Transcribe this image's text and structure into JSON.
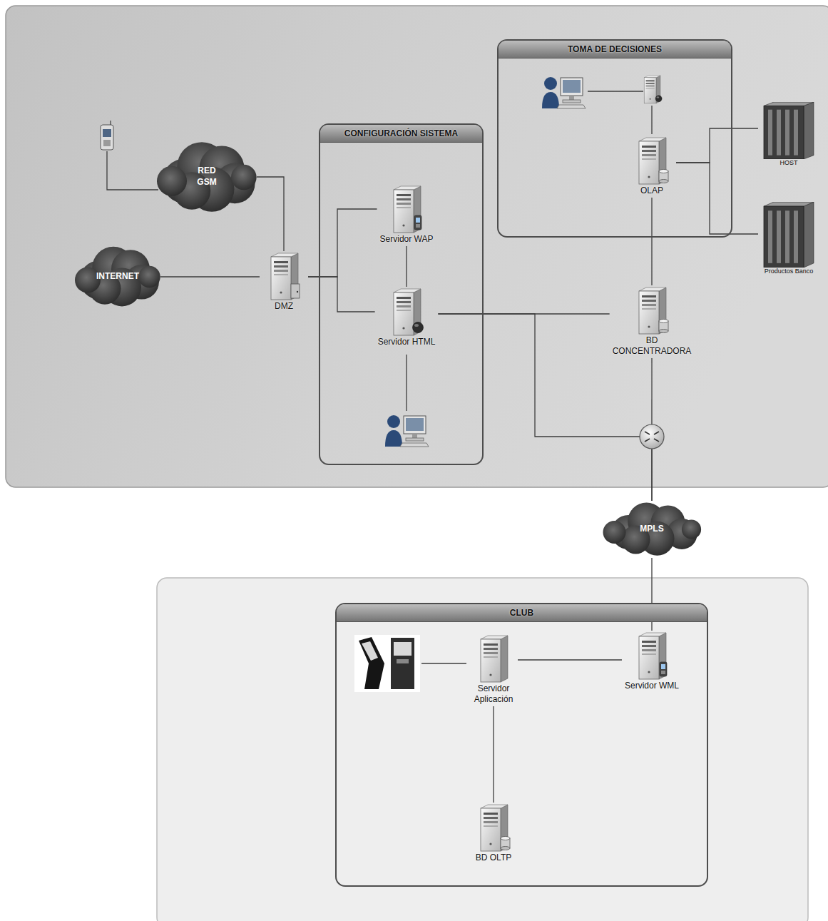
{
  "diagram": {
    "nodes": [
      {
        "text": [
          "TOMA DE DECISIONES"
        ]
      },
      {
        "text": [
          "RED GSM"
        ]
      },
      {
        "text": [
          "CONFIGURACIÓN SISTEMA"
        ]
      },
      {
        "text": [
          "HOST"
        ]
      },
      {
        "text": [
          "Servidor WAP"
        ],
        "in": 2
      },
      {
        "text": [
          "OLAP"
        ],
        "in": 0
      },
      {
        "text": [
          "INTERNET"
        ]
      },
      {
        "text": [
          "DMZ"
        ]
      },
      {
        "text": [
          "Productos Banco"
        ]
      },
      {
        "text": [
          "Servidor HTML"
        ],
        "in": 2
      },
      {
        "text": [
          "BD CONCENTRADORA"
        ]
      },
      {
        "text": [
          "MPLS"
        ]
      },
      {
        "text": [
          "CLUB"
        ]
      },
      {
        "text": [
          "Servidor Aplicación"
        ],
        "in": 12
      },
      {
        "text": [
          "Servidor WML"
        ],
        "in": 12
      },
      {
        "text": [
          "BD OLTP"
        ],
        "in": 12
      }
    ],
    "edges": [
      {
        "from": 1,
        "to": 7,
        "arrow": "none"
      },
      {
        "from": 6,
        "to": 7,
        "arrow": "none"
      },
      {
        "from": 7,
        "to": 4,
        "arrow": "none"
      },
      {
        "from": 7,
        "to": 9,
        "arrow": "none"
      },
      {
        "from": 4,
        "to": 9,
        "arrow": "none"
      },
      {
        "from": 9,
        "to": 10,
        "arrow": "none"
      },
      {
        "from": 9,
        "to": 11,
        "arrow": "none"
      },
      {
        "from": 10,
        "to": 5,
        "arrow": "none"
      },
      {
        "from": 10,
        "to": 11,
        "arrow": "none"
      },
      {
        "from": 5,
        "to": 3,
        "arrow": "none"
      },
      {
        "from": 5,
        "to": 8,
        "arrow": "none"
      },
      {
        "from": 11,
        "to": 14,
        "arrow": "none"
      },
      {
        "from": 14,
        "to": 13,
        "arrow": "none"
      },
      {
        "from": 13,
        "to": 15,
        "arrow": "none"
      }
    ]
  }
}
